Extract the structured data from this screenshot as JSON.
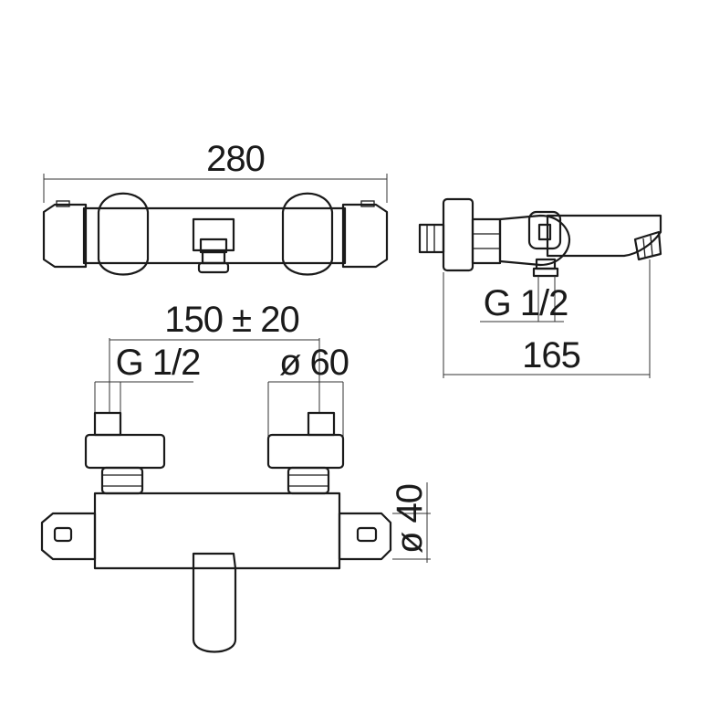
{
  "dimensions": {
    "overall_width": "280",
    "connection_distance": "150 ± 20",
    "thread_left": "G 1/2",
    "thread_side": "G 1/2",
    "handle_diameter": "ø 60",
    "depth": "165",
    "body_diameter": "ø 40"
  },
  "colors": {
    "line": "#1a1a1a",
    "background": "#ffffff"
  }
}
